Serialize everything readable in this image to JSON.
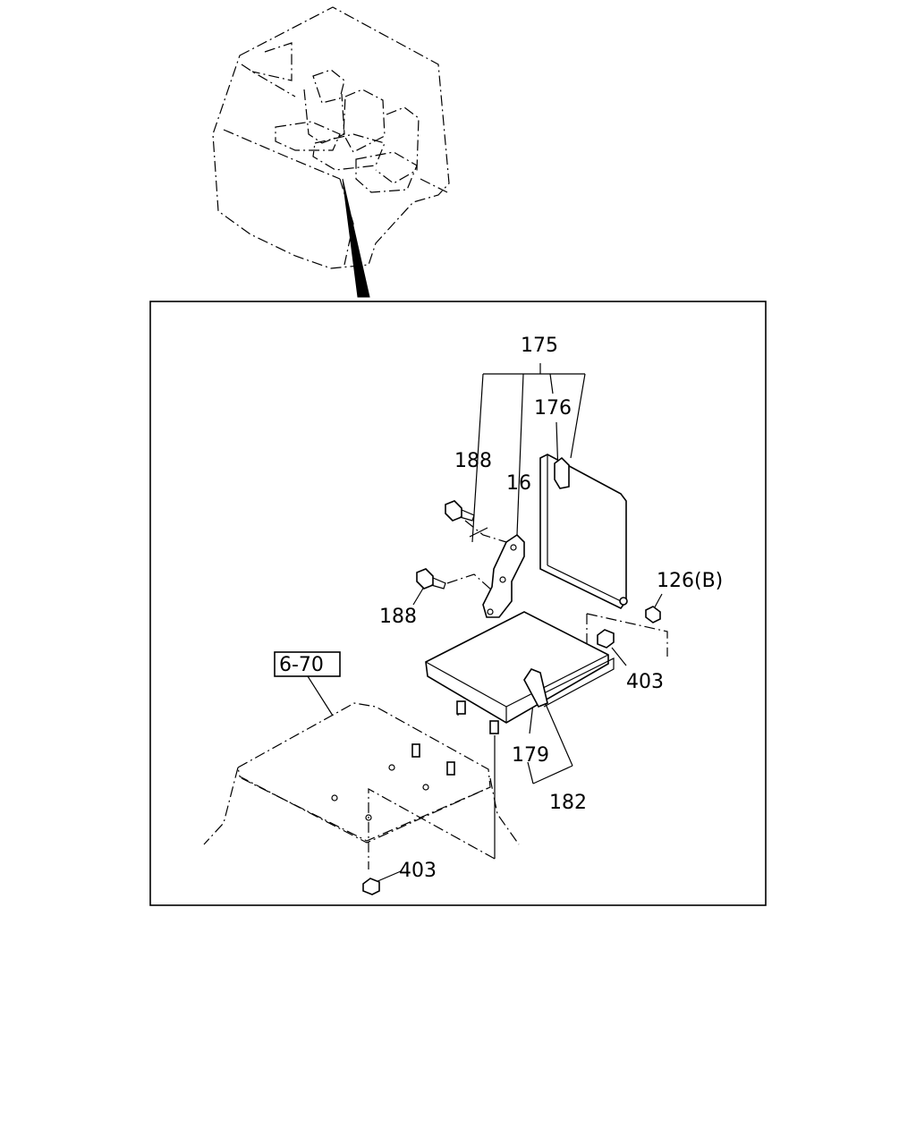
{
  "labels": {
    "p175": "175",
    "p176": "176",
    "p188_top": "188",
    "p16": "16",
    "p188_bottom": "188",
    "p126b": "126(B)",
    "p403_right": "403",
    "p670": "6-70",
    "p179": "179",
    "p182": "182",
    "p403_bottom": "403"
  }
}
